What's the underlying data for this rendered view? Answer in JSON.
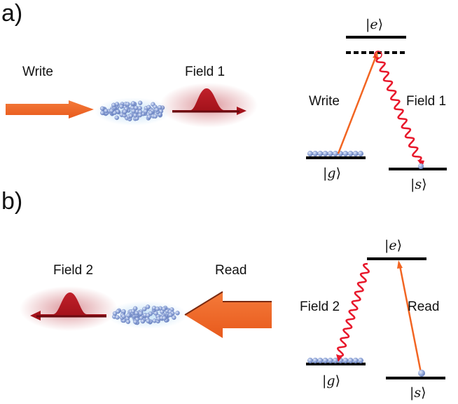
{
  "panel_a": {
    "label": "a)",
    "arrow_in_label": "Write",
    "arrow_out_label": "Field 1",
    "levels": {
      "excited": "e",
      "ground": "g",
      "storage": "s"
    },
    "transition_up_label": "Write",
    "transition_down_label": "Field 1"
  },
  "panel_b": {
    "label": "b)",
    "arrow_out_label": "Field 2",
    "arrow_in_label": "Read",
    "levels": {
      "excited": "e",
      "ground": "g",
      "storage": "s"
    },
    "transition_down_label": "Field 2",
    "transition_up_label": "Read"
  },
  "colors": {
    "write_read_arrow": "#f26522",
    "photon_pulse": "#b5121b",
    "wavy_photon": "#e8182b",
    "atom": "#8fa6d8",
    "level_line": "#000000"
  }
}
